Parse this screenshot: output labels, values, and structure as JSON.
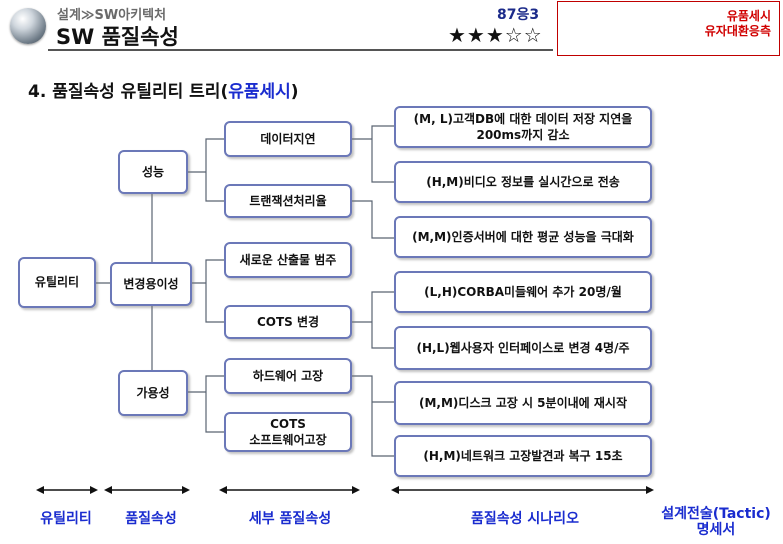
{
  "header": {
    "breadcrumb": "설계≫SW아키텍처",
    "title": "SW 품질속성",
    "code": "87응3",
    "stars": "★★★☆☆",
    "tag_line1": "유품세시",
    "tag_line2": "유자대환응측"
  },
  "section": {
    "title_prefix": "4. 품질속성 유틸리티 트리(",
    "title_highlight": "유품세시",
    "title_suffix": ")"
  },
  "tree": {
    "root": "유틸리티",
    "attributes": [
      "성능",
      "변경용이성",
      "가용성"
    ],
    "sub_attributes": [
      "데이터지연",
      "트랜잭션처리율",
      "새로운 산출물 범주",
      "COTS 변경",
      "하드웨어 고장",
      "COTS\n소프트웨어고장"
    ],
    "scenarios": [
      "(M, L)고객DB에 대한 데이터 저장 지연을\n200ms까지 감소",
      "(H,M)비디오 정보를 실시간으로 전송",
      "(M,M)인증서버에 대한 평균 성능을 극대화",
      "(L,H)CORBA미들웨어 추가 20명/월",
      "(H,L)웹사용자 인터페이스로 변경 4명/주",
      "(M,M)디스크 고장 시 5분이내에 재시작",
      "(H,M)네트워크 고장발견과 복구 15초"
    ]
  },
  "levels": [
    "유틸리티",
    "품질속성",
    "세부 품질속성",
    "품질속성 시나리오",
    "설계전술(Tactic)\n명세서"
  ],
  "colors": {
    "box_border": "#6b78b8",
    "accent_blue": "#1a2ccf",
    "tag_red": "#d00000"
  }
}
